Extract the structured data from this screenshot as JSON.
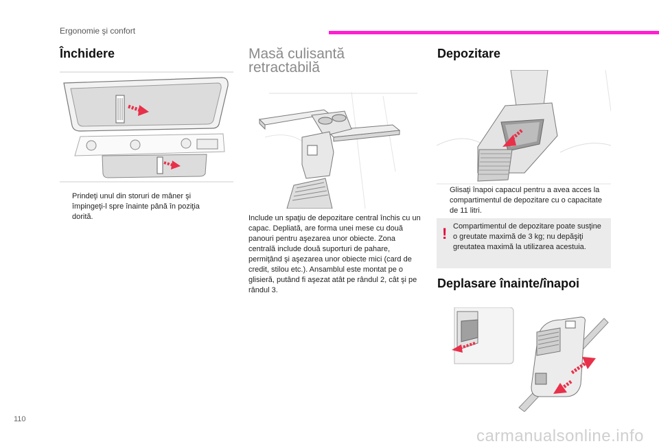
{
  "header": {
    "section": "Ergonomie şi confort",
    "bar_color": "#ff1fd1"
  },
  "col1": {
    "title": "Închidere",
    "bullet_mark": "",
    "bullet_text": "Prindeţi unul din storuri de mâner şi împingeţi-l spre înainte până în poziţia dorită."
  },
  "col2": {
    "title_line1": "Masă culisantă",
    "title_line2": "retractabilă",
    "text": "Include un spaţiu de depozitare central închis cu un capac. Depliată, are forma unei mese cu două panouri pentru aşezarea unor obiecte. Zona centrală include două suporturi de pahare, permiţând şi aşezarea unor obiecte mici (card de credit, stilou etc.). Ansamblul este montat pe o glisieră, putând fi aşezat atât pe rândul 2, cât şi pe rândul 3."
  },
  "col3": {
    "title": "Depozitare",
    "bullet_mark": "",
    "bullet_text": "Glisaţi înapoi capacul pentru a avea acces la compartimentul de depozitare cu o capacitate de 11 litri.",
    "warning_mark": "!",
    "warning_text": "Compartimentul de depozitare poate susţine o greutate maximă de 3 kg; nu depăşiţi greutatea maximă la utilizarea acestuia.",
    "title2": "Deplasare înainte/înapoi"
  },
  "footer": {
    "page_number": "110",
    "watermark": "carmanualsonline.info"
  },
  "colors": {
    "arrow_red": "#e8304a",
    "warning_red": "#e0003c"
  }
}
